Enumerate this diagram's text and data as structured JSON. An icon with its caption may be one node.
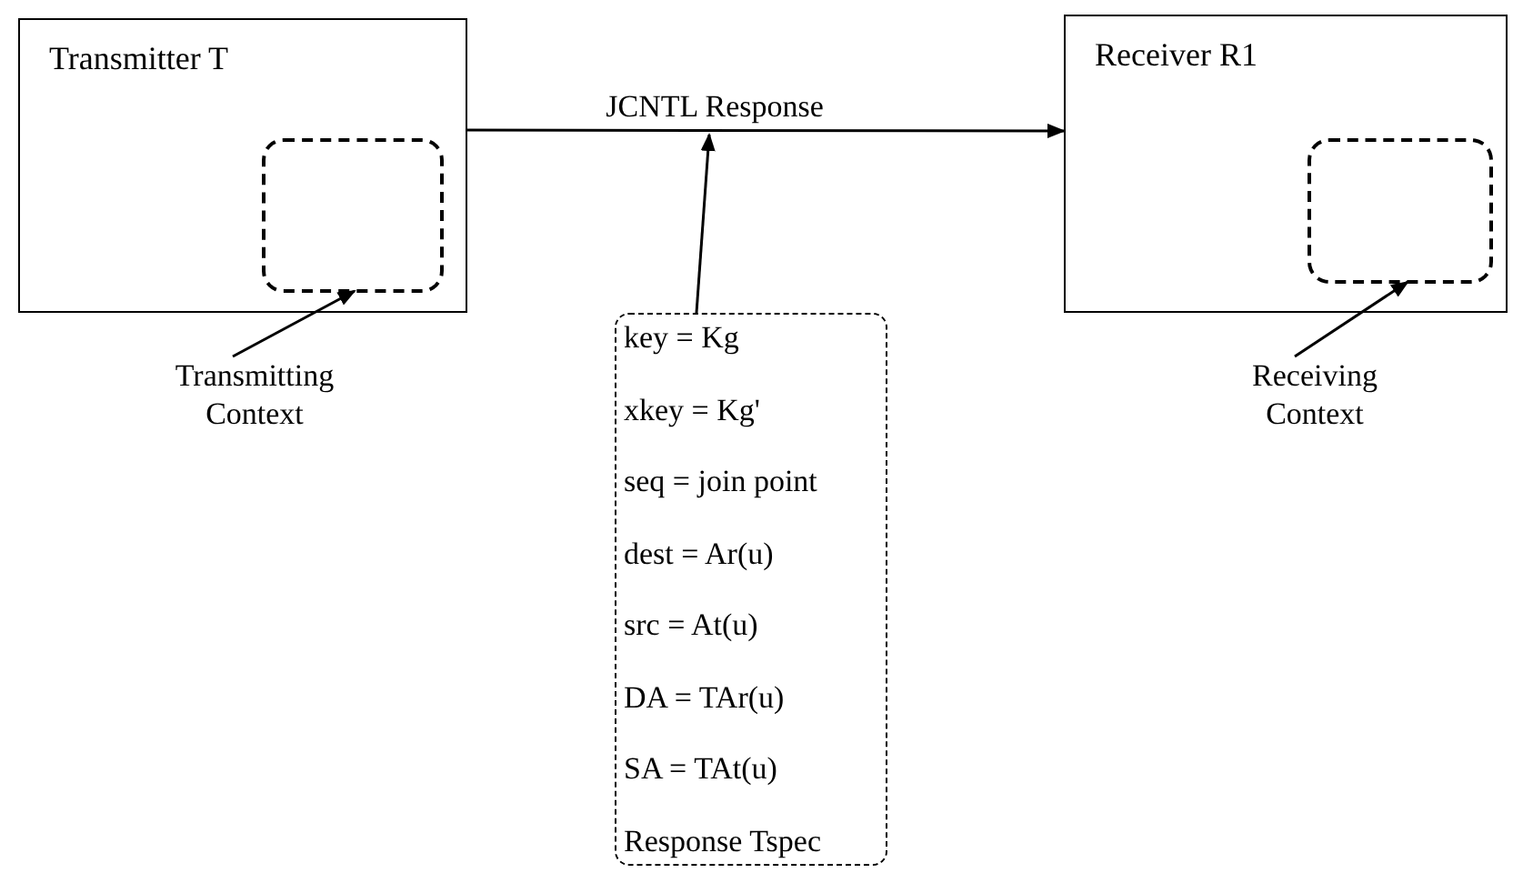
{
  "diagram": {
    "nodes": [
      {
        "text": [
          "Transmitter T"
        ]
      },
      {
        "text": [],
        "shape": "box",
        "in": 0
      },
      {
        "text": [
          "Receiver R1"
        ]
      },
      {
        "text": [],
        "shape": "box",
        "in": 2
      },
      {
        "text": [
          "Transmitting Context"
        ]
      },
      {
        "text": [
          "JCNTL Response"
        ]
      },
      {
        "text": [
          "key = Kg",
          "xkey = Kg'",
          "seq = join point",
          "dest = Ar(u)",
          "src = At(u)",
          "DA = TAr(u)",
          "SA = TAt(u)",
          "Response Tspec"
        ]
      },
      {
        "text": [
          "Receiving Context"
        ]
      }
    ],
    "edges": [
      {
        "from": 0,
        "to": 2,
        "arrow": "to"
      },
      {
        "from": 4,
        "to": 1,
        "arrow": "to"
      },
      {
        "from": 6,
        "to": 5,
        "arrow": "to"
      },
      {
        "from": 7,
        "to": 3,
        "arrow": "to"
      }
    ]
  }
}
